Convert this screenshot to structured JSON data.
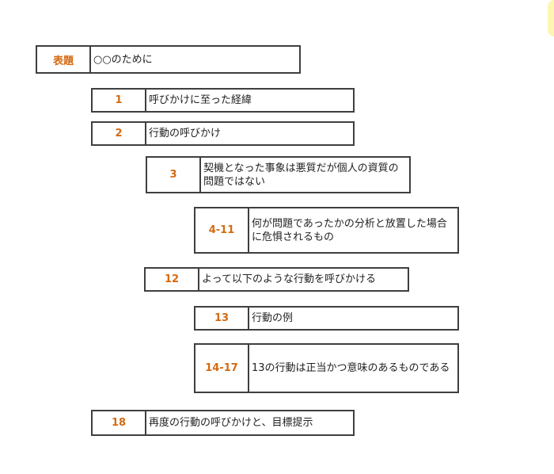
{
  "accent_color": "#d46a12",
  "border_color": "#3f3f3f",
  "title_node": {
    "label": "表題",
    "text": "○○のために"
  },
  "nodes": [
    {
      "num": "1",
      "text": "呼びかけに至った経緯"
    },
    {
      "num": "2",
      "text": "行動の呼びかけ"
    },
    {
      "num": "3",
      "text": "契機となった事象は悪質だが個人の資質の問題ではない"
    },
    {
      "num": "4-11",
      "text": "何が問題であったかの分析と放置した場合に危惧されるもの"
    },
    {
      "num": "12",
      "text": "よって以下のような行動を呼びかける"
    },
    {
      "num": "13",
      "text": "行動の例"
    },
    {
      "num": "14-17",
      "text": "13の行動は正当かつ意味のあるものである"
    },
    {
      "num": "18",
      "text": "再度の行動の呼びかけと、目標提示"
    }
  ]
}
